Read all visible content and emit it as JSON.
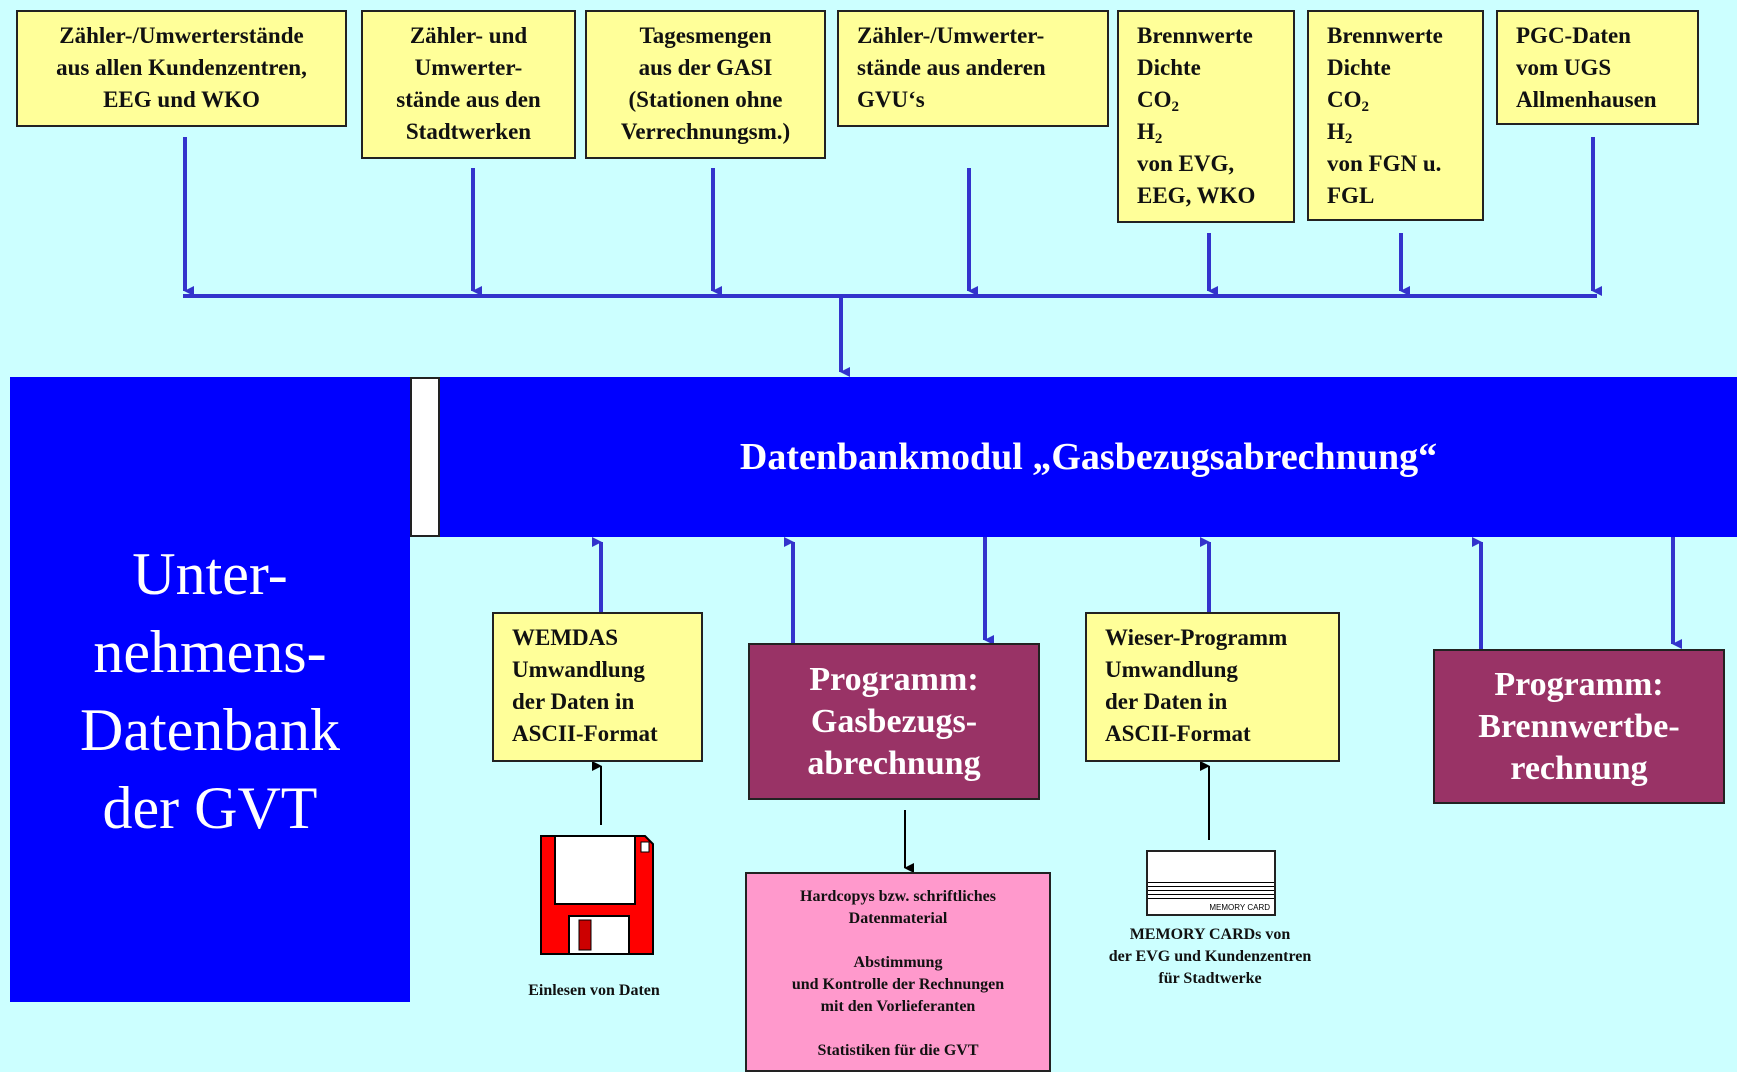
{
  "sources": [
    {
      "lines": [
        "Zähler-/Umwerterstände",
        "aus allen Kundenzentren,",
        "EEG und WKO"
      ]
    },
    {
      "lines": [
        "Zähler- und",
        "Umwerter-",
        "stände aus den",
        "Stadtwerken"
      ]
    },
    {
      "lines": [
        "Tagesmengen",
        "aus der GASI",
        "(Stationen ohne",
        "Verrechnungsm.)"
      ]
    },
    {
      "lines": [
        "Zähler-/Umwerter-",
        "stände aus anderen",
        "GVU‘s"
      ]
    },
    {
      "l1": "Brennwerte",
      "l2": "Dichte",
      "co": "CO",
      "co_sub": "2",
      "h": "H",
      "h_sub": "2",
      "l5": "von EVG,",
      "l6": "EEG, WKO"
    },
    {
      "l1": "Brennwerte",
      "l2": "Dichte",
      "co": "CO",
      "co_sub": "2",
      "h": "H",
      "h_sub": "2",
      "l5": "von FGN u.",
      "l6": "FGL"
    },
    {
      "lines": [
        "PGC-Daten",
        "vom UGS",
        "Allmenhausen"
      ]
    }
  ],
  "database": {
    "module_title": "Datenbankmodul „Gasbezugsabrechnung“",
    "name_lines": [
      "Unter-",
      "nehmens-",
      "Datenbank",
      "der GVT"
    ]
  },
  "converters": {
    "wemdas": [
      "WEMDAS",
      "Umwandlung",
      "der Daten in",
      "ASCII-Format"
    ],
    "wieser": [
      "Wieser-Programm",
      "Umwandlung",
      "der Daten in",
      "ASCII-Format"
    ]
  },
  "programs": {
    "gasbezug": [
      "Programm:",
      "Gasbezugs-",
      "abrechnung"
    ],
    "brennwert": [
      "Programm:",
      "Brennwertbe-",
      "rechnung"
    ]
  },
  "outputs": {
    "hardcopy": [
      "Hardcopys bzw. schriftliches",
      "Datenmaterial",
      "",
      "Abstimmung",
      "und Kontrolle der Rechnungen",
      "mit den Vorlieferanten",
      "",
      "Statistiken für die GVT"
    ]
  },
  "media": {
    "floppy_caption": "Einlesen von Daten",
    "card_label": "MEMORY CARD",
    "card_caption": [
      "MEMORY CARDs von",
      "der EVG  und Kundenzentren",
      "für Stadtwerke"
    ]
  },
  "colors": {
    "background": "#ccffff",
    "source_box": "#ffff99",
    "database": "#0000ff",
    "program": "#993366",
    "output": "#ff99cc",
    "arrow": "#3333cc",
    "floppy": "#ff0000"
  }
}
